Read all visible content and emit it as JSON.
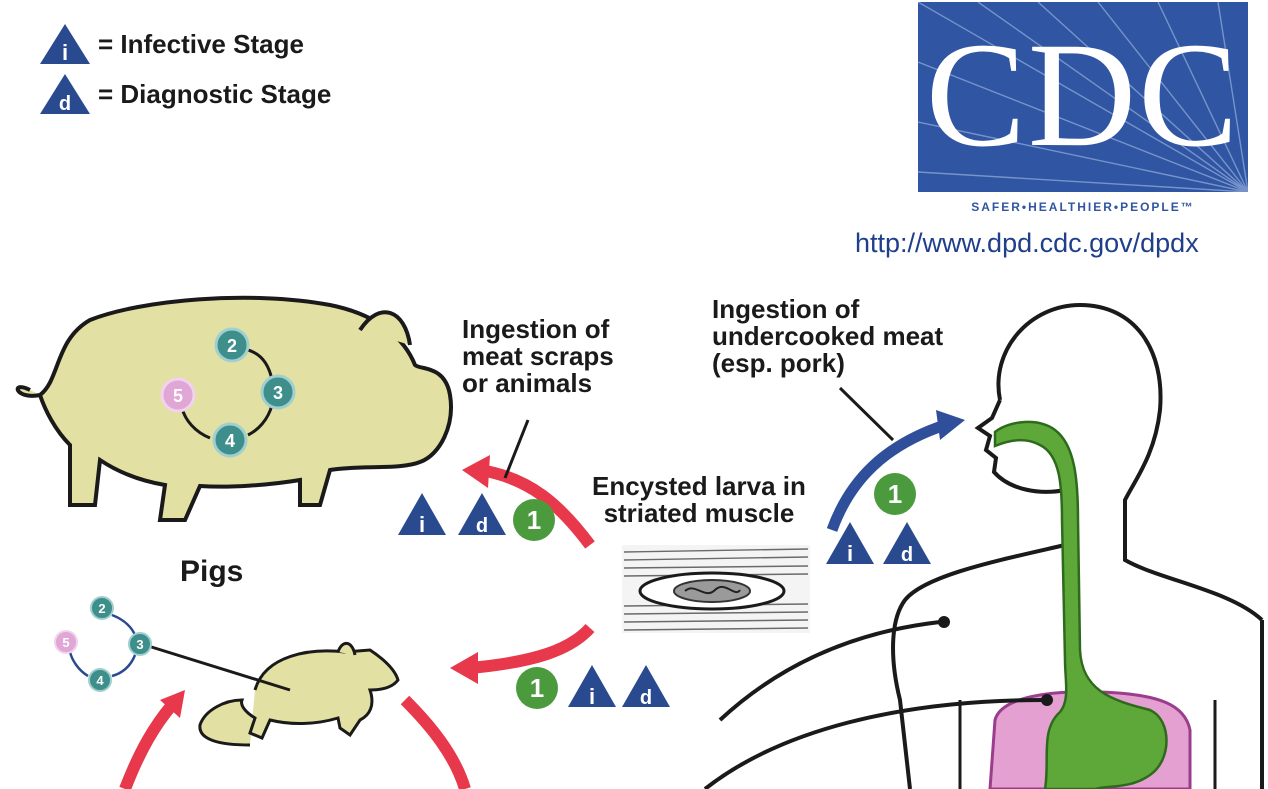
{
  "legend": {
    "infective": {
      "symbol": "i",
      "text": "= Infective Stage"
    },
    "diagnostic": {
      "symbol": "d",
      "text": "= Diagnostic Stage"
    }
  },
  "logo": {
    "letters": "CDC",
    "tagline": "SAFER•HEALTHIER•PEOPLE™",
    "url": "http://www.dpd.cdc.gov/dpdx"
  },
  "labels": {
    "ingestion_scraps": [
      "Ingestion of",
      "meat scraps",
      "or animals"
    ],
    "ingestion_meat": [
      "Ingestion of",
      "undercooked meat",
      "(esp. pork)"
    ],
    "encysted": [
      "Encysted larva in",
      "striated muscle"
    ],
    "pigs": "Pigs"
  },
  "stages": {
    "pig": [
      "2",
      "3",
      "4",
      "5"
    ],
    "rat": [
      "2",
      "3",
      "4",
      "5"
    ],
    "markers": {
      "one": "1",
      "i": "i",
      "d": "d"
    }
  },
  "colors": {
    "cdc_blue": "#2f55a3",
    "triangle_blue": "#2a4a8f",
    "stage_teal": "#3e8f8c",
    "stage_pink": "#e0a6d6",
    "green_circle": "#4c9a3e",
    "red_arrow": "#e8384b",
    "blue_arrow": "#2f4f9a",
    "animal_fill": "#e2e0a3",
    "gut_green": "#5ea83a",
    "liver_pink": "#e4a0d0"
  }
}
